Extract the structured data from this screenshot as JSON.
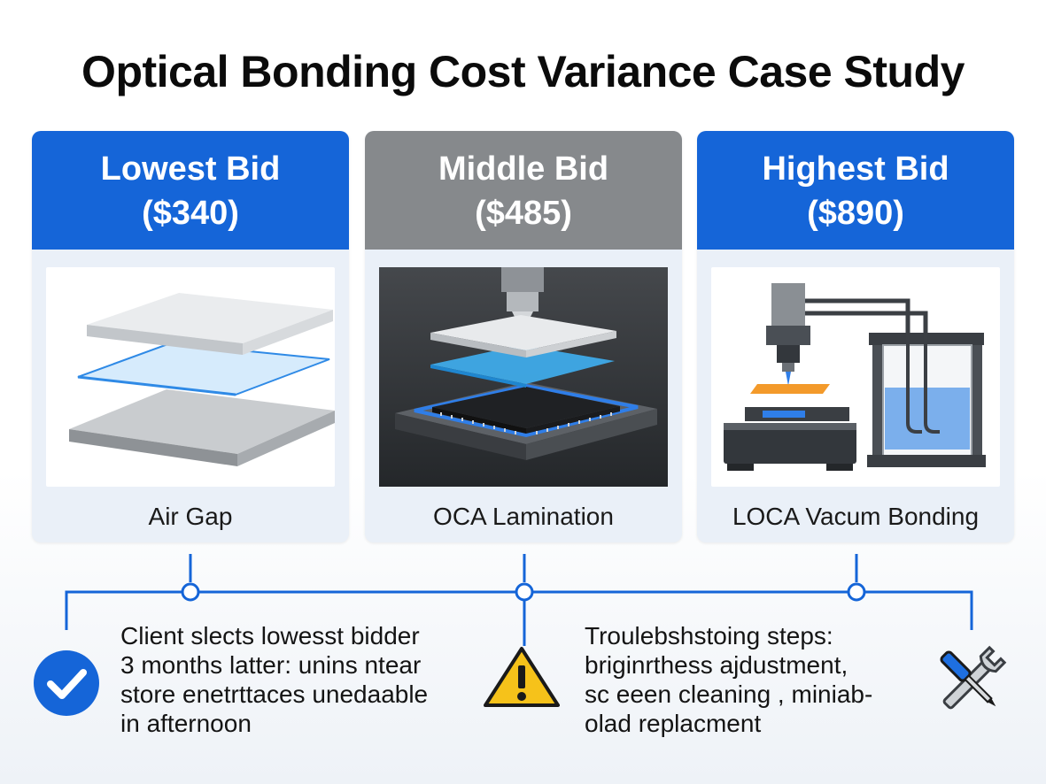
{
  "title": "Optical Bonding Cost Variance Case Study",
  "colors": {
    "accent_blue": "#1565d8",
    "gray_header": "#86898c",
    "card_background": "#eaf0f8",
    "warning_yellow": "#f6c21a"
  },
  "cards": [
    {
      "header_line1": "Lowest Bid",
      "header_line2": "($340)",
      "label": "Air Gap",
      "illustration": "air-gap-layers"
    },
    {
      "header_line1": "Middle Bid",
      "header_line2": "($485)",
      "label": "OCA Lamination",
      "illustration": "oca-lamination-press"
    },
    {
      "header_line1": "Highest Bid",
      "header_line2": "($890)",
      "label": "LOCA Vacum Bonding",
      "illustration": "loca-vacuum-machine"
    }
  ],
  "outcome_left": {
    "icon": "checkmark-icon",
    "lines": [
      "Client slects lowesst bidder",
      "3 months latter: unins ntear",
      "store enetrttaces unedaable",
      "in afternoon"
    ]
  },
  "outcome_right": {
    "icons": [
      "warning-icon",
      "tools-icon"
    ],
    "lines": [
      "Troulebshstoing steps:",
      "briginrthess ajdustment,",
      "sc eeen cleaning , miniab-",
      "olad replacment"
    ]
  }
}
